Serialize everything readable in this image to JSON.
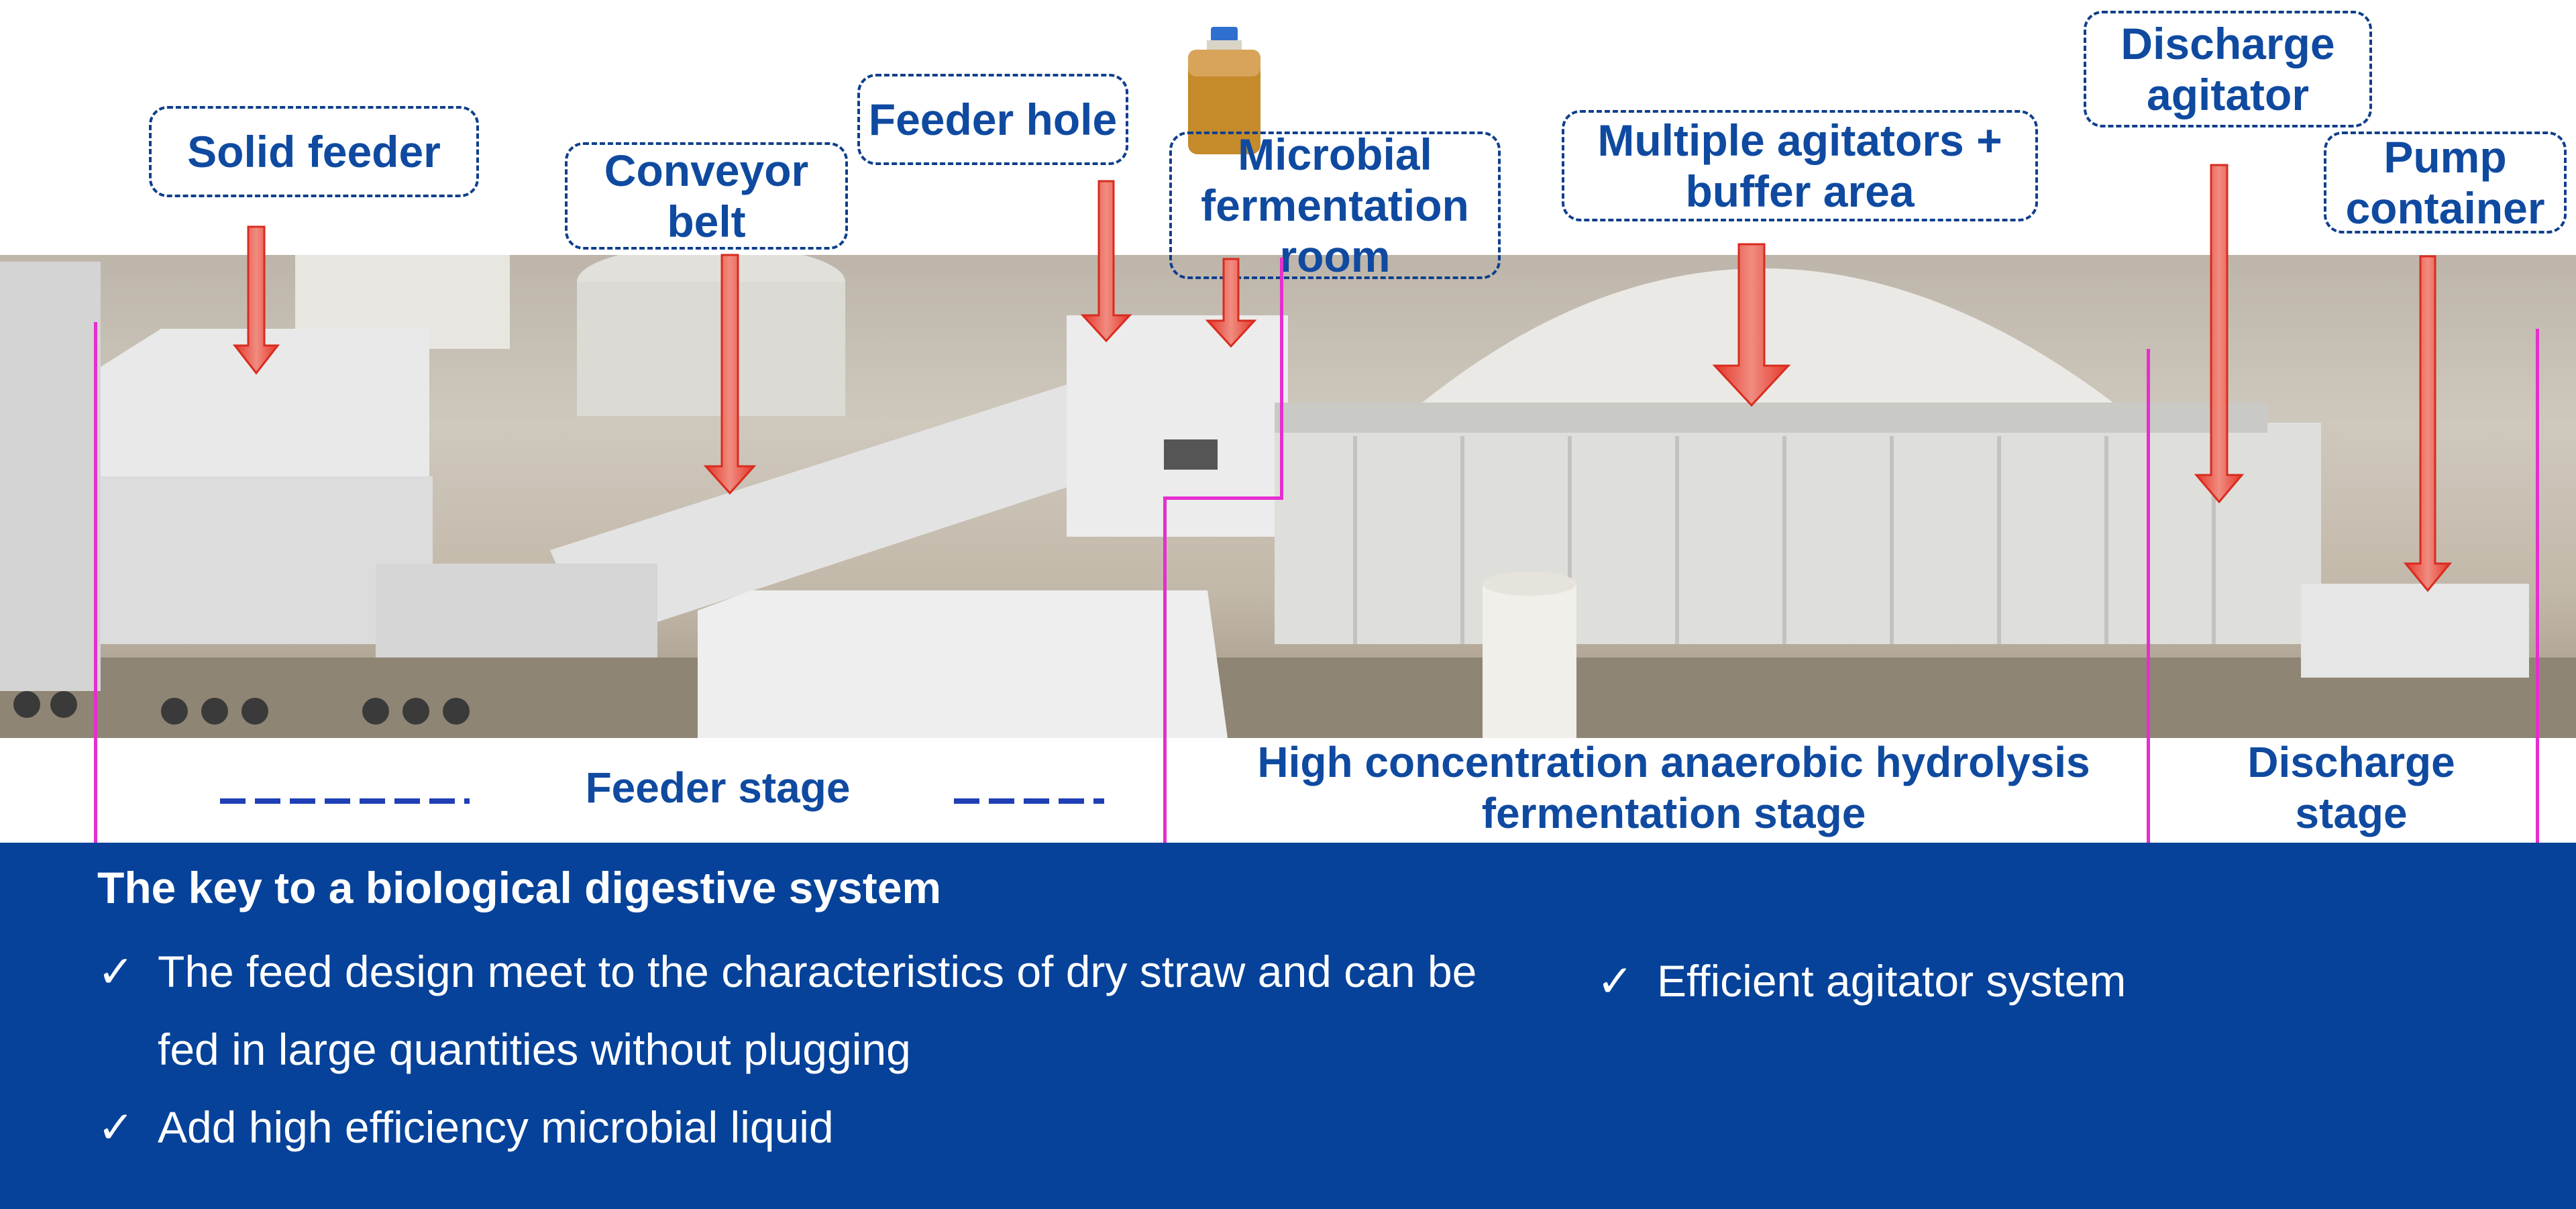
{
  "labels": {
    "solid_feeder": "Solid feeder",
    "conveyor_belt": "Conveyor belt",
    "feeder_hole": "Feeder hole",
    "microbial_room": "Microbial fermentation room",
    "multiple_agitators": "Multiple agitators + buffer area",
    "discharge_agitator": "Discharge agitator",
    "pump_container": "Pump container"
  },
  "stages": {
    "feeder": "Feeder stage",
    "fermentation": "High concentration anaerobic hydrolysis fermentation stage",
    "discharge": "Discharge stage"
  },
  "panel": {
    "title": "The key to a biological digestive system",
    "check_symbol": "✓",
    "bullets_left": [
      "The feed design meet to the characteristics of dry straw and can be fed in large quantities without plugging",
      "Add high efficiency microbial liquid"
    ],
    "bullets_right": [
      "Efficient agitator system"
    ]
  },
  "colors": {
    "label_text": "#0f4aa0",
    "arrow": "#e5372a",
    "divider": "#e62ecf",
    "panel_bg": "#064299",
    "dash": "#1e3fb5"
  },
  "icons": [
    "microbial-liquid-bottle-icon",
    "down-arrow-icon",
    "check-icon"
  ]
}
